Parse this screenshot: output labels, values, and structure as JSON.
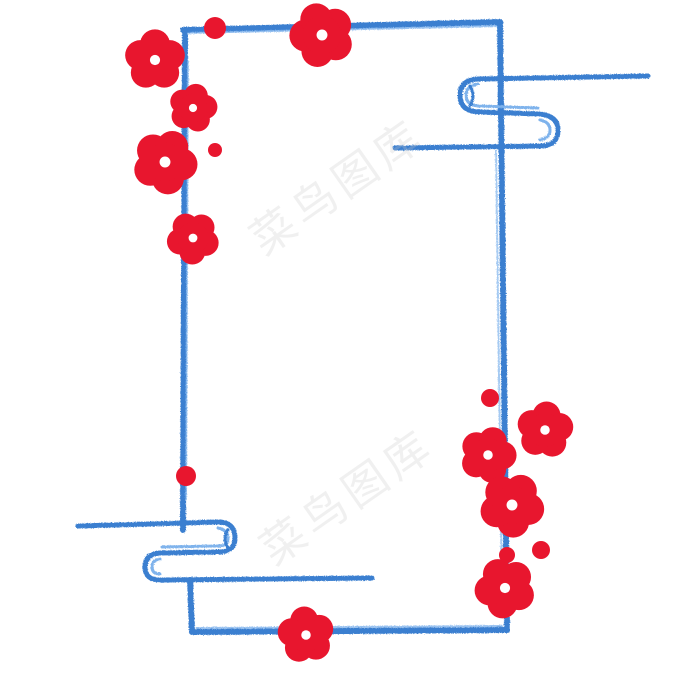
{
  "watermark": {
    "text": "菜鸟图库"
  },
  "colors": {
    "frame_blue": "#3a7fd0",
    "frame_blue_light": "#7fb3ec",
    "blossom_red": "#e8162e",
    "blossom_center": "#ffffff",
    "background": "#ffffff"
  },
  "elements": {
    "frame": "blue-watercolor-rectangle-frame",
    "clouds": [
      "cloud-scroll-top-right",
      "cloud-scroll-bottom-left"
    ],
    "blossoms": "red-plum-blossoms"
  }
}
